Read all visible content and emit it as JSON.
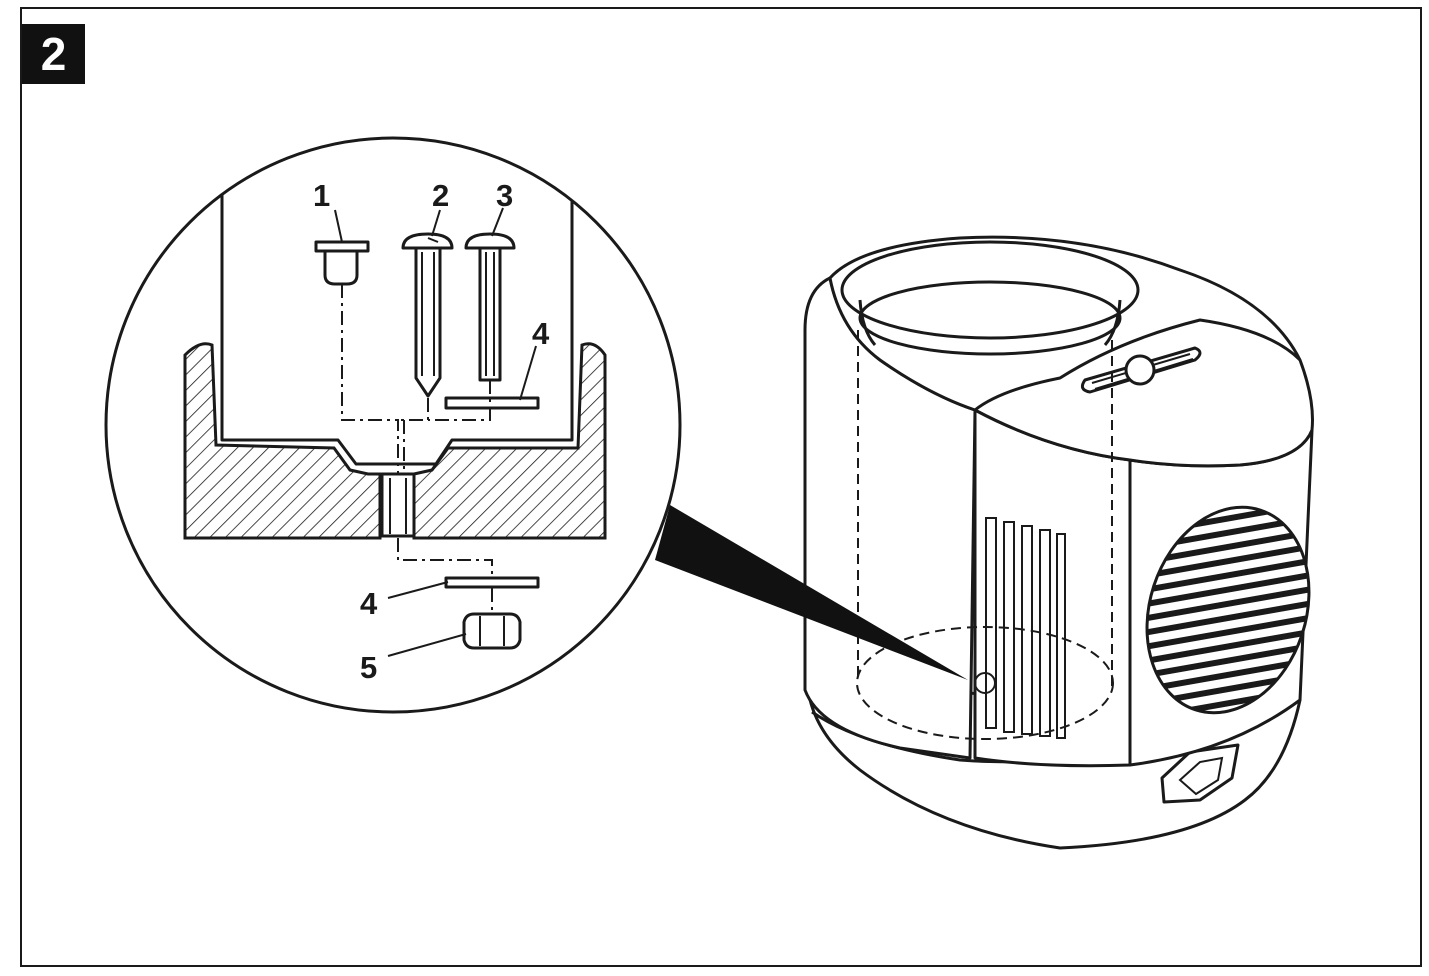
{
  "figure": {
    "number": "2"
  },
  "callouts": [
    {
      "id": "part-1",
      "text": "1"
    },
    {
      "id": "part-2",
      "text": "2"
    },
    {
      "id": "part-3",
      "text": "3"
    },
    {
      "id": "part-4-top",
      "text": "4"
    },
    {
      "id": "part-4-bottom",
      "text": "4"
    },
    {
      "id": "part-5",
      "text": "5"
    }
  ],
  "colors": {
    "ink": "#1a1a1a",
    "paper": "#ffffff"
  }
}
